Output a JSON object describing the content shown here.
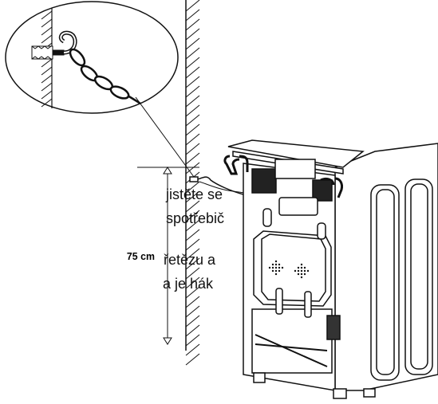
{
  "figure": {
    "measurement_label": "75 cm",
    "instruction_lines": [
      "jistěte se",
      "spotřebič",
      "řetězu a",
      "a je hák"
    ]
  },
  "colors": {
    "line": "#111111",
    "background": "#ffffff"
  }
}
